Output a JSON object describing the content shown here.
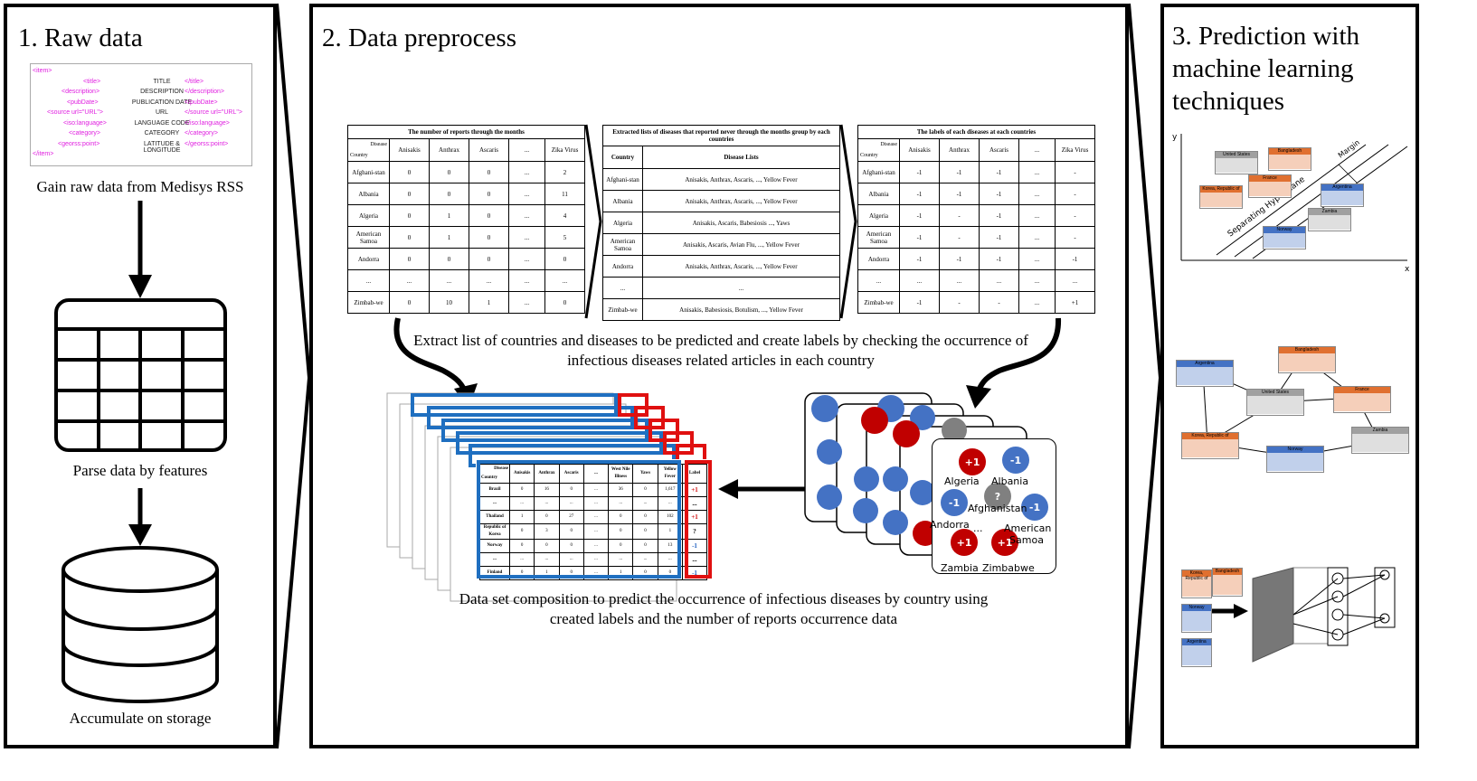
{
  "panel1": {
    "title": "1. Raw data",
    "rss_rows": [
      {
        "open": "<item>",
        "mid": "",
        "close": ""
      },
      {
        "open": "<title>",
        "mid": "TITLE",
        "close": "</title>"
      },
      {
        "open": "<description>",
        "mid": "DESCRIPTION",
        "close": "</description>"
      },
      {
        "open": "<pubDate>",
        "mid": "PUBLICATION DATE",
        "close": "</pubDate>"
      },
      {
        "open": "<source url=\"URL\">",
        "mid": "URL",
        "close": "</source url=\"URL\">"
      },
      {
        "open": "<iso:language>",
        "mid": "LANGUAGE CODE",
        "close": "</iso:language>"
      },
      {
        "open": "<category>",
        "mid": "CATEGORY",
        "close": "</category>"
      },
      {
        "open": "<georss:point>",
        "mid": "LATITUDE & LONGITUDE",
        "close": "</georss:point>"
      },
      {
        "open": "</item>",
        "mid": "",
        "close": ""
      }
    ],
    "caption_rss": "Gain raw data from Medisys RSS",
    "caption_parse": "Parse data by features",
    "caption_storage": "Accumulate on storage"
  },
  "panel2": {
    "title": "2. Data preprocess",
    "table1": {
      "title": "The number of reports through the months",
      "corner_top": "Disease",
      "corner_bottom": "Country",
      "headers": [
        "Anisakis",
        "Anthrax",
        "Ascaris",
        "...",
        "Zika Virus"
      ],
      "rows": [
        [
          "Afghani-stan",
          "0",
          "0",
          "0",
          "...",
          "2"
        ],
        [
          "Albania",
          "0",
          "0",
          "0",
          "...",
          "11"
        ],
        [
          "Algeria",
          "0",
          "1",
          "0",
          "...",
          "4"
        ],
        [
          "American Samoa",
          "0",
          "1",
          "0",
          "...",
          "5"
        ],
        [
          "Andorra",
          "0",
          "0",
          "0",
          "...",
          "0"
        ],
        [
          "...",
          "...",
          "...",
          "...",
          "...",
          "..."
        ],
        [
          "Zimbab-we",
          "0",
          "10",
          "1",
          "...",
          "0"
        ]
      ]
    },
    "table2": {
      "title": "Extracted lists of diseases that reported never through the months group by each countries",
      "headers": [
        "Country",
        "Disease Lists"
      ],
      "rows": [
        [
          "Afghani-stan",
          "Anisakis, Anthrax, Ascaris, ..., Yellow Fever"
        ],
        [
          "Albania",
          "Anisakis, Anthrax, Ascaris, ..., Yellow Fever"
        ],
        [
          "Algeria",
          "Anisakis, Ascaris, Babesiosis ..., Yaws"
        ],
        [
          "American Samoa",
          "Anisakis, Ascaris, Avian Flu, ..., Yellow Fever"
        ],
        [
          "Andorra",
          "Anisakis, Anthrax, Ascaris, ..., Yellow Fever"
        ],
        [
          "...",
          "..."
        ],
        [
          "Zimbab-we",
          "Anisakis, Babesiosis, Botulism, ..., Yellow Fever"
        ]
      ]
    },
    "table3": {
      "title": "The labels of each diseases at each countries",
      "corner_top": "Disease",
      "corner_bottom": "Country",
      "headers": [
        "Anisakis",
        "Anthrax",
        "Ascaris",
        "...",
        "Zika Virus"
      ],
      "rows": [
        [
          "Afghani-stan",
          "-1",
          "-1",
          "-1",
          "...",
          "-"
        ],
        [
          "Albania",
          "-1",
          "-1",
          "-1",
          "...",
          "-"
        ],
        [
          "Algeria",
          "-1",
          "-",
          "-1",
          "...",
          "-"
        ],
        [
          "American Samoa",
          "-1",
          "-",
          "-1",
          "...",
          "-"
        ],
        [
          "Andorra",
          "-1",
          "-1",
          "-1",
          "...",
          "-1"
        ],
        [
          "...",
          "...",
          "...",
          "...",
          "...",
          "..."
        ],
        [
          "Zimbab-we",
          "-1",
          "-",
          "-",
          "...",
          "+1"
        ]
      ]
    },
    "caption_extract": "Extract list of countries and diseases to be predicted and create labels by checking the occurrence of infectious diseases related articles in each country",
    "caption_dataset": "Data set composition to predict the occurrence of infectious diseases by country using created labels and the number of reports occurrence data",
    "dataset_front": {
      "corner_top": "Disease",
      "corner_bottom": "Country",
      "headers": [
        "Anisakis",
        "Anthrax",
        "Ascaris",
        "...",
        "West Nile Illness",
        "Yaws",
        "Yellow Fever"
      ],
      "label_header": "Label",
      "rows": [
        {
          "country": "Brazil",
          "values": [
            "0",
            "16",
            "0",
            "...",
            "36",
            "0",
            "1,617"
          ],
          "label": "+1",
          "color": "#d01010"
        },
        {
          "country": "...",
          "values": [
            "...",
            "...",
            "...",
            "...",
            "...",
            "...",
            "..."
          ],
          "label": "...",
          "color": "#000000"
        },
        {
          "country": "Thailand",
          "values": [
            "1",
            "0",
            "27",
            "...",
            "0",
            "0",
            "102"
          ],
          "label": "+1",
          "color": "#d01010"
        },
        {
          "country": "Republic of Korea",
          "values": [
            "0",
            "3",
            "0",
            "...",
            "0",
            "0",
            "1"
          ],
          "label": "?",
          "color": "#000000"
        },
        {
          "country": "Norway",
          "values": [
            "0",
            "0",
            "0",
            "...",
            "0",
            "0",
            "13"
          ],
          "label": "-1",
          "color": "#2060c0"
        },
        {
          "country": "...",
          "values": [
            "...",
            "...",
            "...",
            "...",
            "...",
            "...",
            "..."
          ],
          "label": "...",
          "color": "#000000"
        },
        {
          "country": "Finland",
          "values": [
            "0",
            "1",
            "0",
            "...",
            "1",
            "0",
            "0"
          ],
          "label": "-1",
          "color": "#2060c0"
        }
      ]
    },
    "map_card": {
      "circles": [
        {
          "label": "+1",
          "color": "#c00000"
        },
        {
          "label": "-1",
          "color": "#4472c4"
        },
        {
          "label": "?",
          "color": "#808080"
        },
        {
          "label": "-1",
          "color": "#4472c4"
        },
        {
          "label": "-1",
          "color": "#4472c4"
        },
        {
          "label": "+1",
          "color": "#c00000"
        },
        {
          "label": "+1",
          "color": "#c00000"
        }
      ],
      "names": [
        "Algeria",
        "Albania",
        "Afghanistan",
        "Andorra",
        "American Samoa",
        "...",
        "Zambia",
        "Zimbabwe"
      ]
    }
  },
  "panel3": {
    "title": "3. Prediction with machine learning techniques",
    "svm_axis_y": "y",
    "svm_axis_x": "x",
    "svm_margin": "Margin",
    "svm_hyperplane": "Separating Hyperplane",
    "svm_boxes": [
      {
        "name": "United States",
        "color": "#a0a0a0"
      },
      {
        "name": "Bangladesh",
        "color": "#e07030"
      },
      {
        "name": "Korea, Republic of",
        "color": "#e07030"
      },
      {
        "name": "France",
        "color": "#e07030"
      },
      {
        "name": "Argentina",
        "color": "#4472c4"
      },
      {
        "name": "Zambia",
        "color": "#a0a0a0"
      },
      {
        "name": "Norway",
        "color": "#4472c4"
      }
    ],
    "graph_boxes": [
      {
        "name": "Bangladesh",
        "color": "#e07030"
      },
      {
        "name": "Argentina",
        "color": "#4472c4"
      },
      {
        "name": "United States",
        "color": "#a0a0a0"
      },
      {
        "name": "France",
        "color": "#e07030"
      },
      {
        "name": "Korea, Republic of",
        "color": "#e07030"
      },
      {
        "name": "Zambia",
        "color": "#a0a0a0"
      },
      {
        "name": "Norway",
        "color": "#4472c4"
      }
    ],
    "nn_labels": [
      "Korea, Republic of",
      "Bangladesh",
      "Norway",
      "Argentina"
    ]
  }
}
